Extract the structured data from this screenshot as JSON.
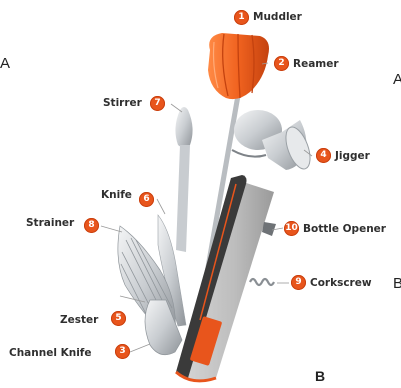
{
  "panel_letters": {
    "left": "A",
    "right": "A",
    "right_lower": "B",
    "bottom": "B"
  },
  "parts": [
    {
      "number": "1",
      "name": "Muddler"
    },
    {
      "number": "2",
      "name": "Reamer"
    },
    {
      "number": "7",
      "name": "Stirrer"
    },
    {
      "number": "4",
      "name": "Jigger"
    },
    {
      "number": "6",
      "name": "Knife"
    },
    {
      "number": "8",
      "name": "Strainer"
    },
    {
      "number": "10",
      "name": "Bottle Opener"
    },
    {
      "number": "9",
      "name": "Corkscrew"
    },
    {
      "number": "5",
      "name": "Zester"
    },
    {
      "number": "3",
      "name": "Channel Knife"
    }
  ],
  "colors": {
    "accent": "#e8551c",
    "body_gray": "#c9c9c9",
    "steel": "#d9dcdf"
  }
}
